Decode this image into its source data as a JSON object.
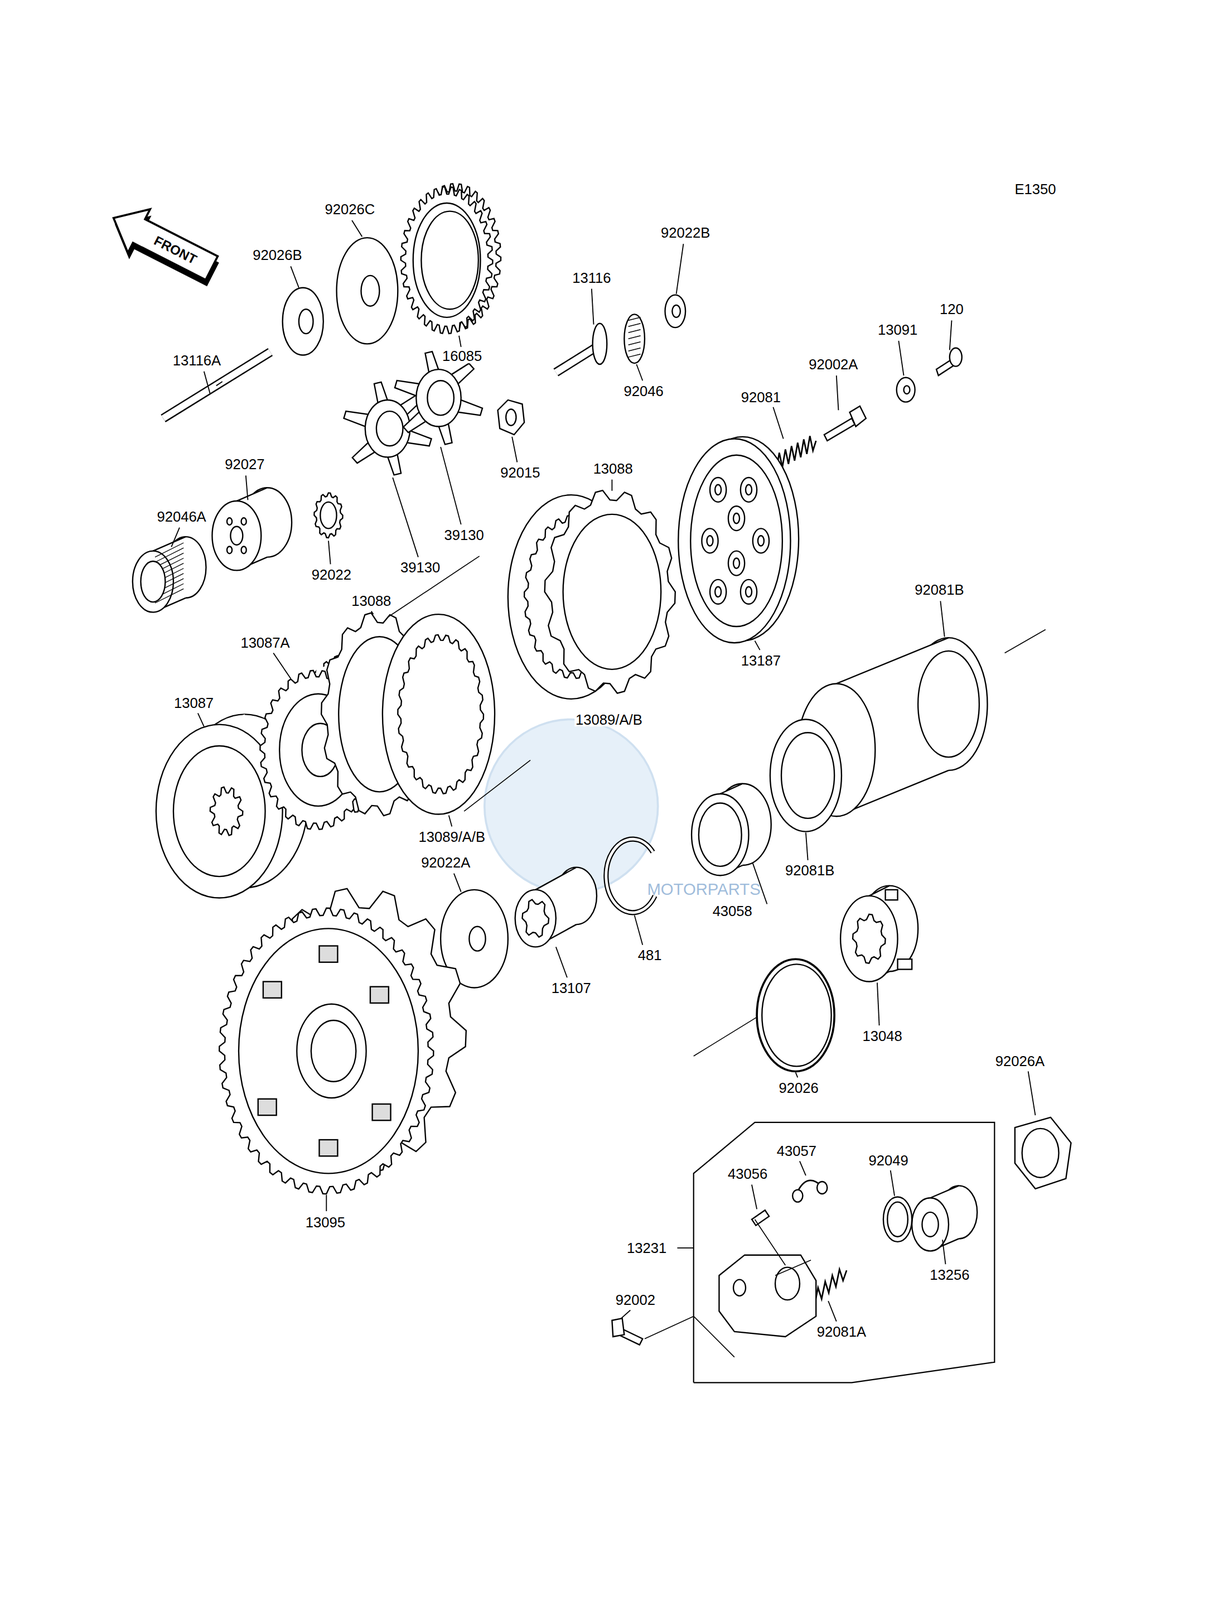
{
  "diagram": {
    "labels": [
      "E1350",
      "FRONT",
      "92026C",
      "92026B",
      "13116A",
      "16085",
      "92022B",
      "13116",
      "92046",
      "120",
      "13091",
      "92002A",
      "92081",
      "92027",
      "92046A",
      "92015",
      "13088",
      "39130",
      "92022",
      "39130",
      "13088",
      "13087A",
      "92081B",
      "13187",
      "13087",
      "13089/A/B",
      "13089/A/B",
      "92081B",
      "92022A",
      "MOTORPARTS",
      "43058",
      "481",
      "13107",
      "13048",
      "92026",
      "92026A",
      "43057",
      "92049",
      "43056",
      "13095",
      "13231",
      "13256",
      "92002",
      "92081A"
    ]
  }
}
